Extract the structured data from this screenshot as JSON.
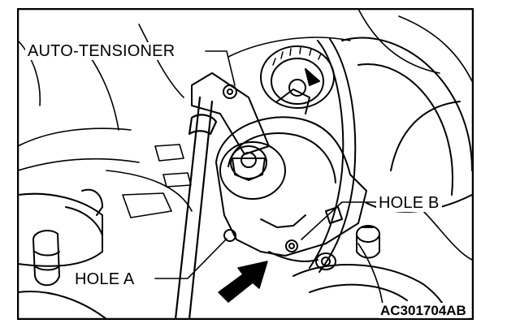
{
  "labels": {
    "auto_tensioner": "AUTO-TENSIONER",
    "hole_b": "HOLE B",
    "hole_a": "HOLE A"
  },
  "figure_code": "AC301704AB",
  "colors": {
    "ink": "#000000",
    "paper": "#ffffff"
  }
}
